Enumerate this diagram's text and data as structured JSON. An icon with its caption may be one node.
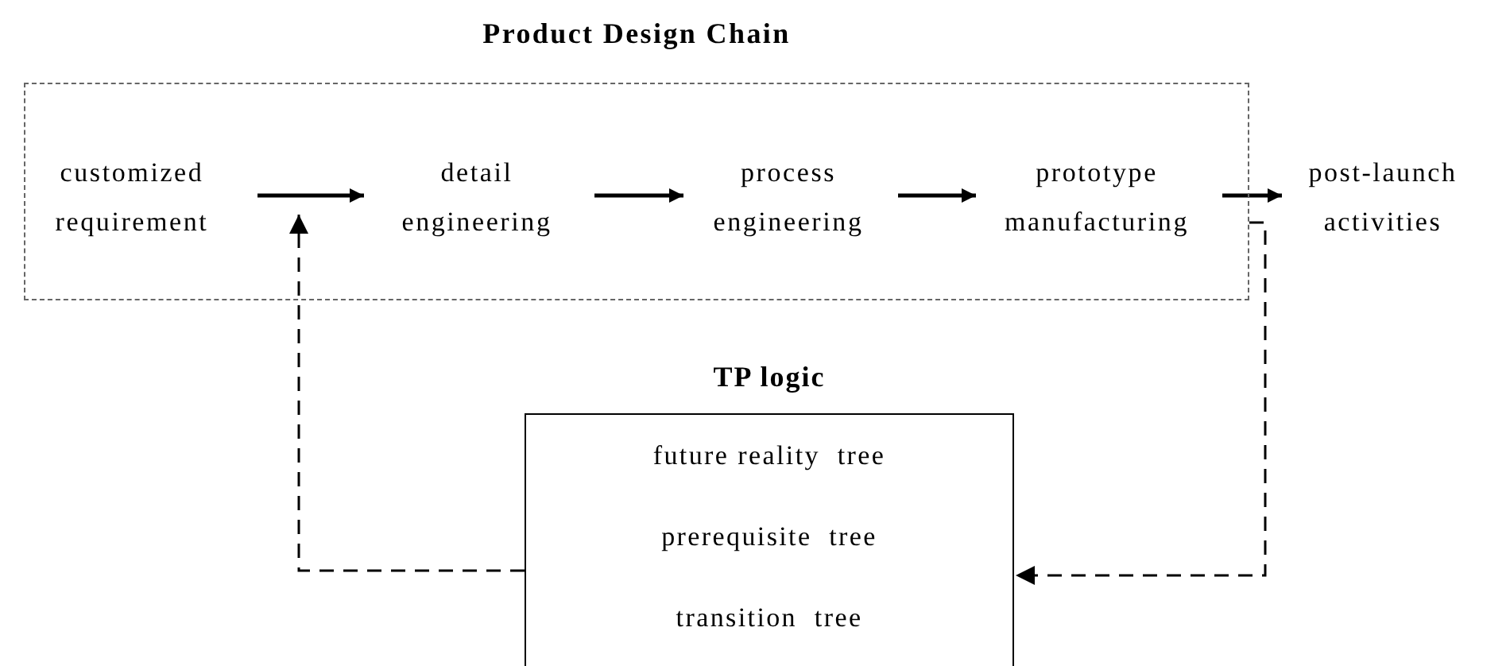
{
  "diagram": {
    "nodes": [
      {
        "text": [
          "Product Design Chain"
        ]
      },
      {
        "text": [
          "customized requirement"
        ],
        "in": 0
      },
      {
        "text": [
          "detail engineering"
        ],
        "in": 0
      },
      {
        "text": [
          "process engineering"
        ],
        "in": 0
      },
      {
        "text": [
          "prototype manufacturing"
        ],
        "in": 0
      },
      {
        "text": [
          "post-launch activities"
        ]
      },
      {
        "text": [
          "TP logic",
          "future reality  tree",
          "prerequisite  tree",
          "transition  tree"
        ]
      }
    ],
    "edges": [
      {
        "from": 1,
        "to": 2,
        "arrow": "to"
      },
      {
        "from": 2,
        "to": 3,
        "arrow": "to"
      },
      {
        "from": 3,
        "to": 4,
        "arrow": "to"
      },
      {
        "from": 4,
        "to": 5,
        "arrow": "to"
      },
      {
        "from": 6,
        "to": null,
        "arrow": "to",
        "style": "dashed"
      },
      {
        "from": 0,
        "to": 6,
        "arrow": "to",
        "style": "dashed"
      }
    ]
  }
}
